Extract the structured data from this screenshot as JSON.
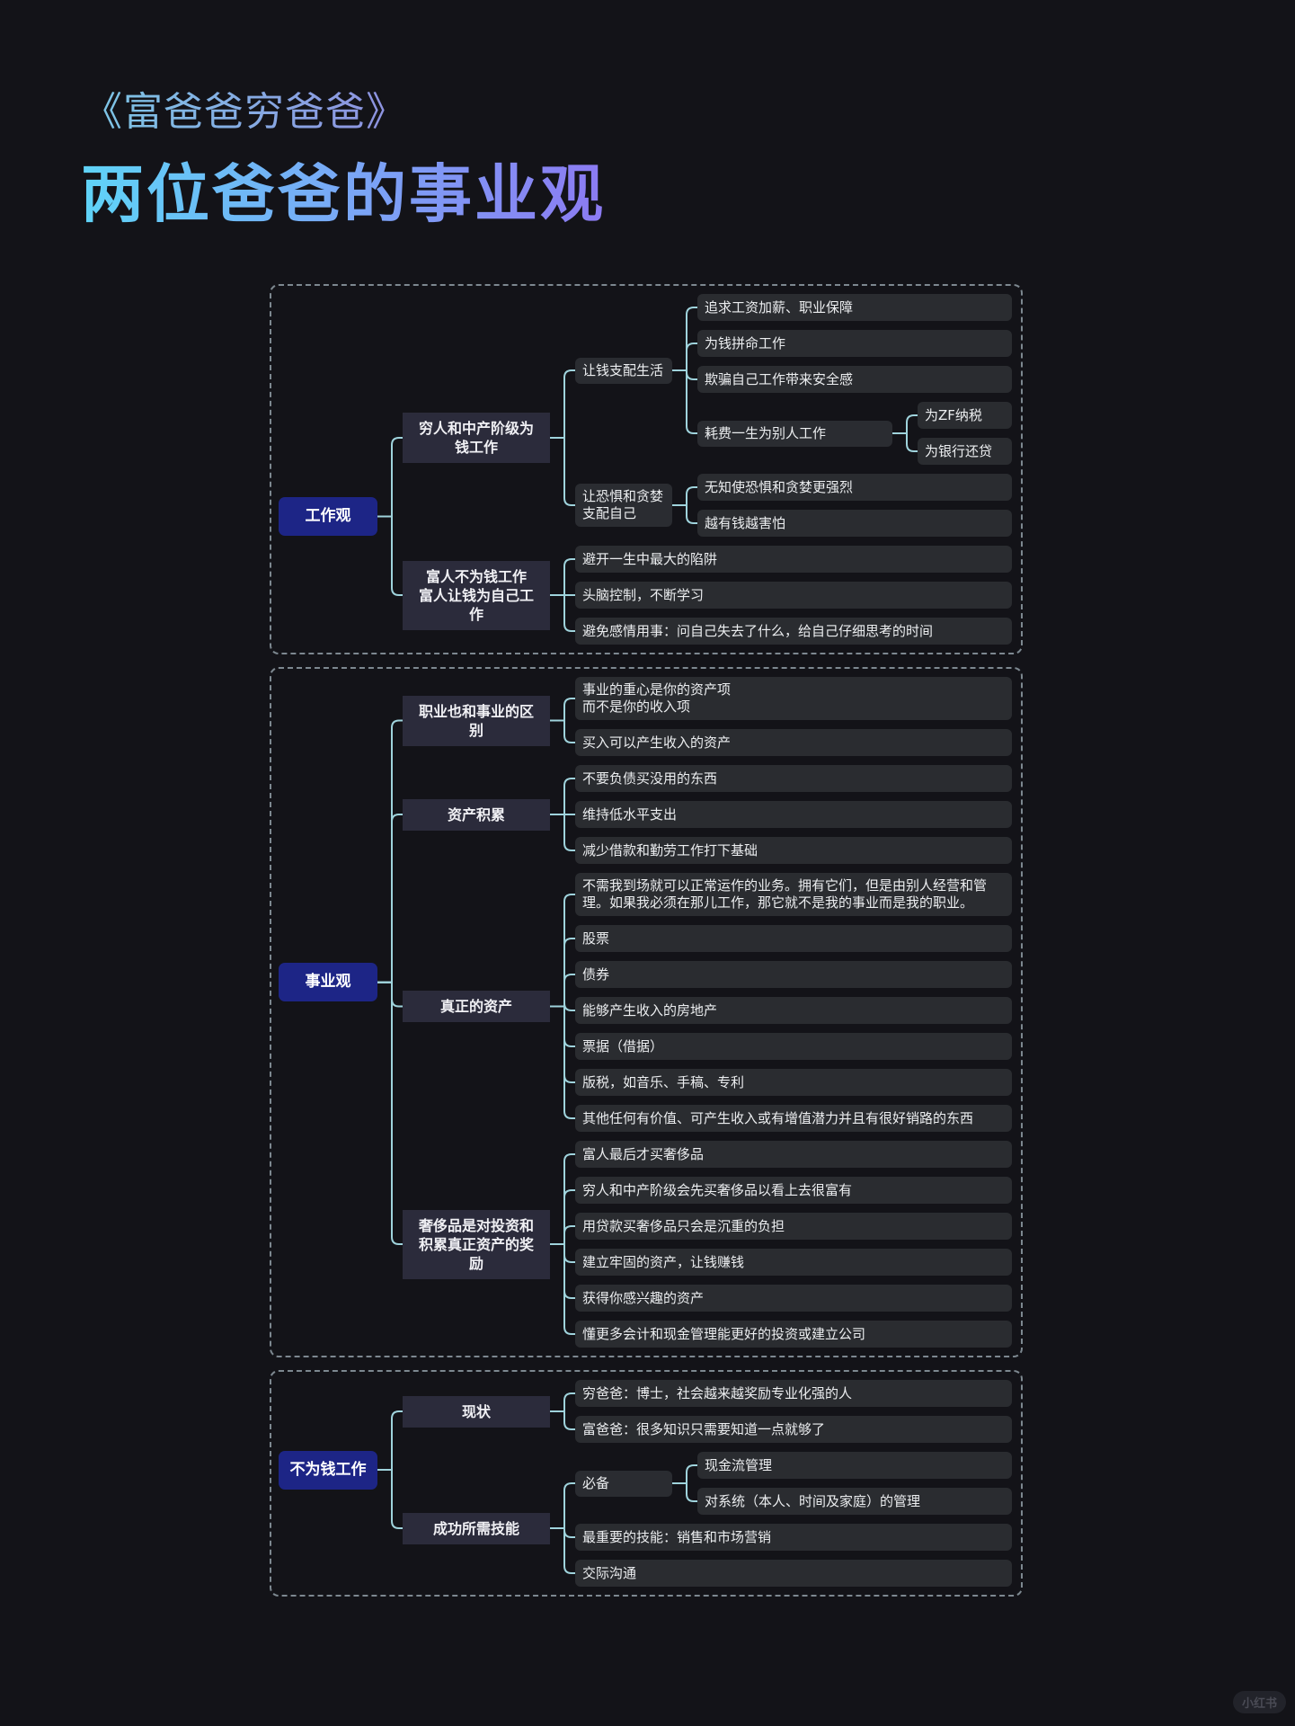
{
  "header": {
    "subtitle": "《富爸爸穷爸爸》",
    "title": "两位爸爸的事业观"
  },
  "sections": [
    {
      "text": "工作观",
      "children": [
        {
          "text": "穷人和中产阶级为钱工作",
          "children": [
            {
              "text": "让钱支配生活",
              "children": [
                {
                  "text": "追求工资加薪、职业保障"
                },
                {
                  "text": "为钱拼命工作"
                },
                {
                  "text": "欺骗自己工作带来安全感"
                },
                {
                  "text": "耗费一生为别人工作",
                  "children": [
                    {
                      "text": "为ZF纳税"
                    },
                    {
                      "text": "为银行还贷"
                    }
                  ]
                }
              ]
            },
            {
              "text": "让恐惧和贪婪支配自己",
              "children": [
                {
                  "text": "无知使恐惧和贪婪更强烈"
                },
                {
                  "text": "越有钱越害怕"
                }
              ]
            }
          ]
        },
        {
          "text": "富人不为钱工作\n富人让钱为自己工作",
          "children": [
            {
              "text": "避开一生中最大的陷阱"
            },
            {
              "text": "头脑控制，不断学习"
            },
            {
              "text": "避免感情用事：问自己失去了什么，给自己仔细思考的时间"
            }
          ]
        }
      ]
    },
    {
      "text": "事业观",
      "children": [
        {
          "text": "职业也和事业的区别",
          "children": [
            {
              "text": "事业的重心是你的资产项\n而不是你的收入项"
            },
            {
              "text": "买入可以产生收入的资产"
            }
          ]
        },
        {
          "text": "资产积累",
          "children": [
            {
              "text": "不要负债买没用的东西"
            },
            {
              "text": "维持低水平支出"
            },
            {
              "text": "减少借款和勤劳工作打下基础"
            }
          ]
        },
        {
          "text": "真正的资产",
          "children": [
            {
              "text": "不需我到场就可以正常运作的业务。拥有它们，但是由别人经营和管理。如果我必须在那儿工作，那它就不是我的事业而是我的职业。"
            },
            {
              "text": "股票"
            },
            {
              "text": "债券"
            },
            {
              "text": "能够产生收入的房地产"
            },
            {
              "text": "票据（借据）"
            },
            {
              "text": "版税，如音乐、手稿、专利"
            },
            {
              "text": "其他任何有价值、可产生收入或有增值潜力并且有很好销路的东西"
            }
          ]
        },
        {
          "text": "奢侈品是对投资和积累真正资产的奖励",
          "children": [
            {
              "text": "富人最后才买奢侈品"
            },
            {
              "text": "穷人和中产阶级会先买奢侈品以看上去很富有"
            },
            {
              "text": "用贷款买奢侈品只会是沉重的负担"
            },
            {
              "text": "建立牢固的资产，让钱赚钱"
            },
            {
              "text": "获得你感兴趣的资产"
            },
            {
              "text": "懂更多会计和现金管理能更好的投资或建立公司"
            }
          ]
        }
      ]
    },
    {
      "text": "不为钱工作",
      "children": [
        {
          "text": "现状",
          "children": [
            {
              "text": "穷爸爸：博士，社会越来越奖励专业化强的人"
            },
            {
              "text": "富爸爸：很多知识只需要知道一点就够了"
            }
          ]
        },
        {
          "text": "成功所需技能",
          "children": [
            {
              "text": "必备",
              "children": [
                {
                  "text": "现金流管理"
                },
                {
                  "text": "对系统（本人、时间及家庭）的管理"
                }
              ]
            },
            {
              "text": "最重要的技能：销售和市场营销"
            },
            {
              "text": "交际沟通"
            }
          ]
        }
      ]
    }
  ],
  "watermark": "小红书",
  "colors": {
    "background": "#131318",
    "root_node": "#1d2586",
    "branch_node": "#2b2b3b",
    "leaf_node": "#2a2c30",
    "connector": "#9fd3dc",
    "section_border": "#7d8890"
  }
}
